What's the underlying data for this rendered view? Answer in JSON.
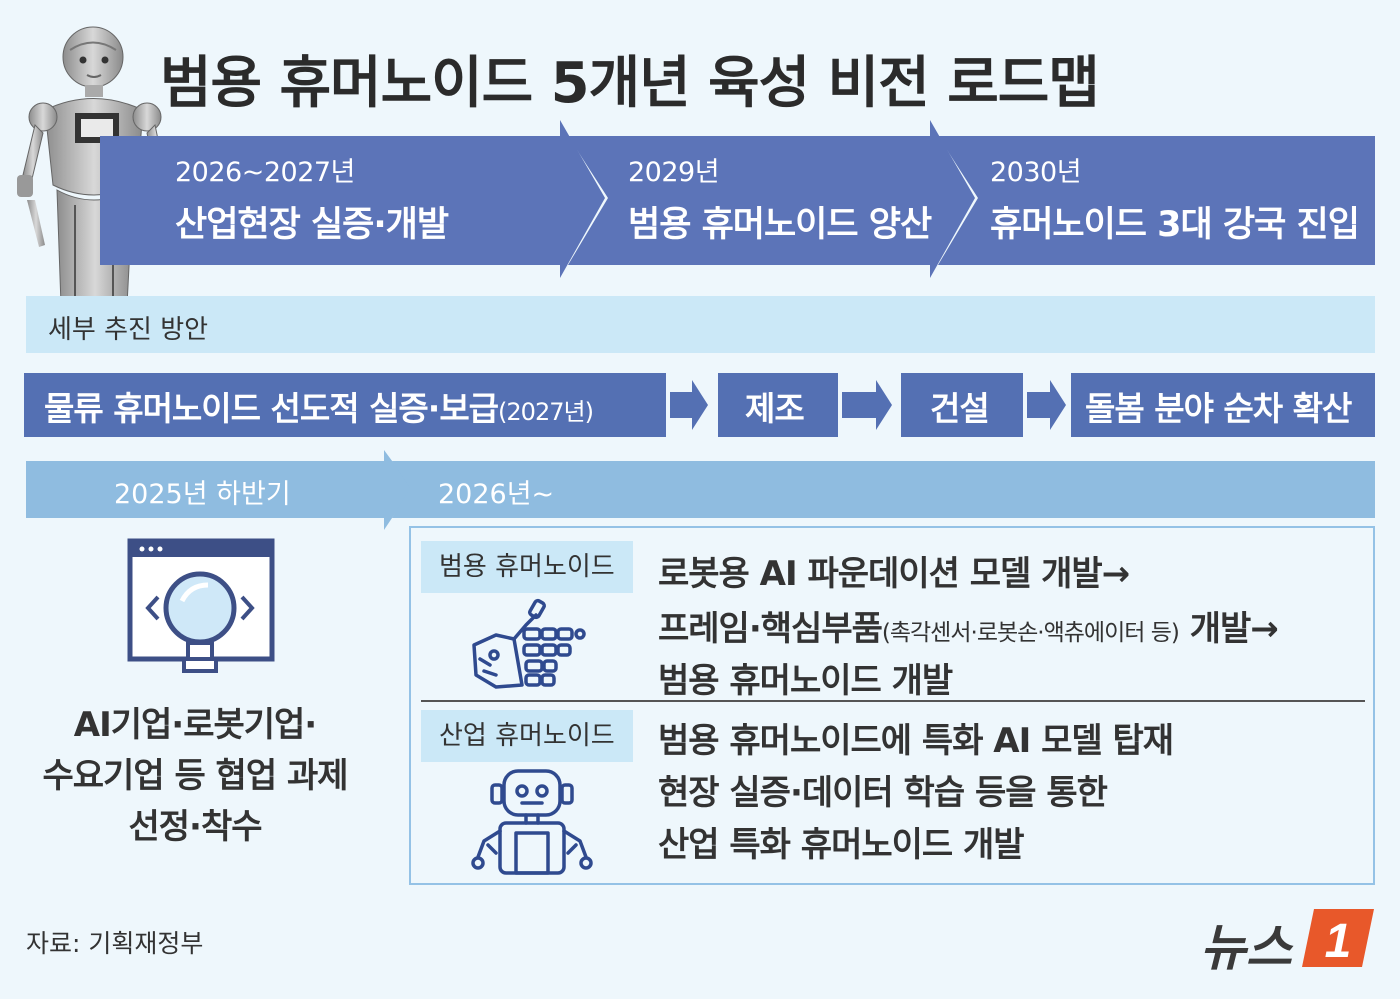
{
  "title": "범용 휴머노이드 5개년 육성 비전 로드맵",
  "phases": [
    {
      "year": "2026~2027년",
      "label": "산업현장 실증·개발"
    },
    {
      "year": "2029년",
      "label": "범용 휴머노이드 양산"
    },
    {
      "year": "2030년",
      "label": "휴머노이드 3대 강국 진입"
    }
  ],
  "detail_header": "세부 추진 방안",
  "flow": {
    "step1_main": "물류 휴머노이드 선도적 실증·보급",
    "step1_paren": "(2027년)",
    "step2": "제조",
    "step3": "건설",
    "step4": "돌봄 분야 순차 확산"
  },
  "timeline": {
    "left": "2025년 하반기",
    "right": "2026년~"
  },
  "left_task": {
    "line1": "AI기업·로봇기업·",
    "line2": "수요기업 등 협업 과제",
    "line3": "선정·착수"
  },
  "general": {
    "tag": "범용 휴머노이드",
    "line1": "로봇용 AI 파운데이션 모델 개발→",
    "line2_main": "프레임·핵심부품",
    "line2_paren": "(촉각센서·로봇손·액츄에이터 등)",
    "line2_end": " 개발→",
    "line3": "범용 휴머노이드 개발"
  },
  "industrial": {
    "tag": "산업 휴머노이드",
    "line1": "범용 휴머노이드에 특화 AI 모델 탑재",
    "line2": "현장 실증·데이터 학습 등을 통한",
    "line3": "산업 특화 휴머노이드 개발"
  },
  "source": "자료: 기획재정부",
  "logo": {
    "text": "뉴스",
    "badge": "1"
  },
  "colors": {
    "arrow": "#5c74b8",
    "flow": "#5470b3",
    "timeline": "#8fbce0",
    "detail_bar": "#cbe8f7",
    "logo_accent": "#e8582a"
  },
  "icons": [
    "robot-illustration",
    "magnifier-window-icon",
    "robot-hand-icon",
    "robot-icon"
  ]
}
